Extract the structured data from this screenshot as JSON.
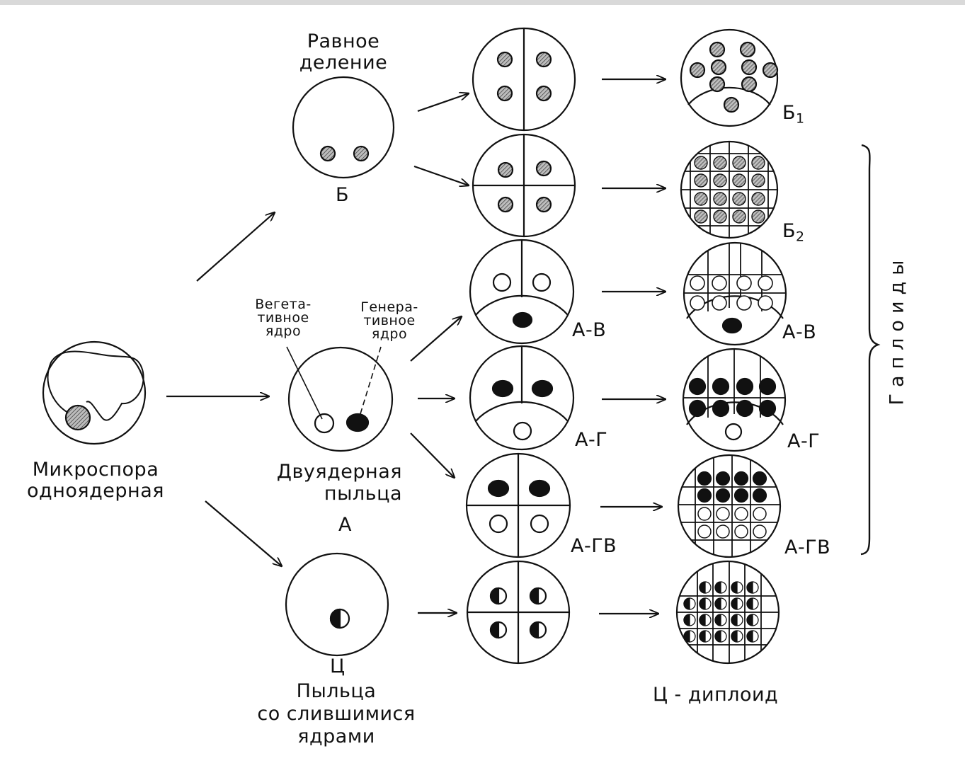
{
  "labels": {
    "equal_division": [
      "Равное",
      "деление"
    ],
    "b": "Б",
    "b1": {
      "base": "Б",
      "sub": "1"
    },
    "b2": {
      "base": "Б",
      "sub": "2"
    },
    "vegetative_nucleus": [
      "Вегета-",
      "тивное",
      "ядро"
    ],
    "generative_nucleus": [
      "Генера-",
      "тивное",
      "ядро"
    ],
    "microspore": [
      "Микроспора",
      "одноядерная"
    ],
    "binucleate_pollen": [
      "Двуядерная",
      "пыльца"
    ],
    "a": "А",
    "a_v_mid": "А-В",
    "a_v_right": "А-В",
    "a_g_mid": "А-Г",
    "a_g_right": "А-Г",
    "a_gv_mid": "А-ГВ",
    "a_gv_right": "А-ГВ",
    "ts": "Ц",
    "fused_pollen": [
      "Пыльца",
      "со слившимися",
      "ядрами"
    ],
    "ts_diploid": "Ц - диплоид",
    "haploids": "Гаплоиды"
  },
  "colors": {
    "ink": "#111111",
    "hatch_nucleus": "#8a8a8a",
    "background": "#ffffff",
    "top_strip": "#d9d9d9"
  }
}
